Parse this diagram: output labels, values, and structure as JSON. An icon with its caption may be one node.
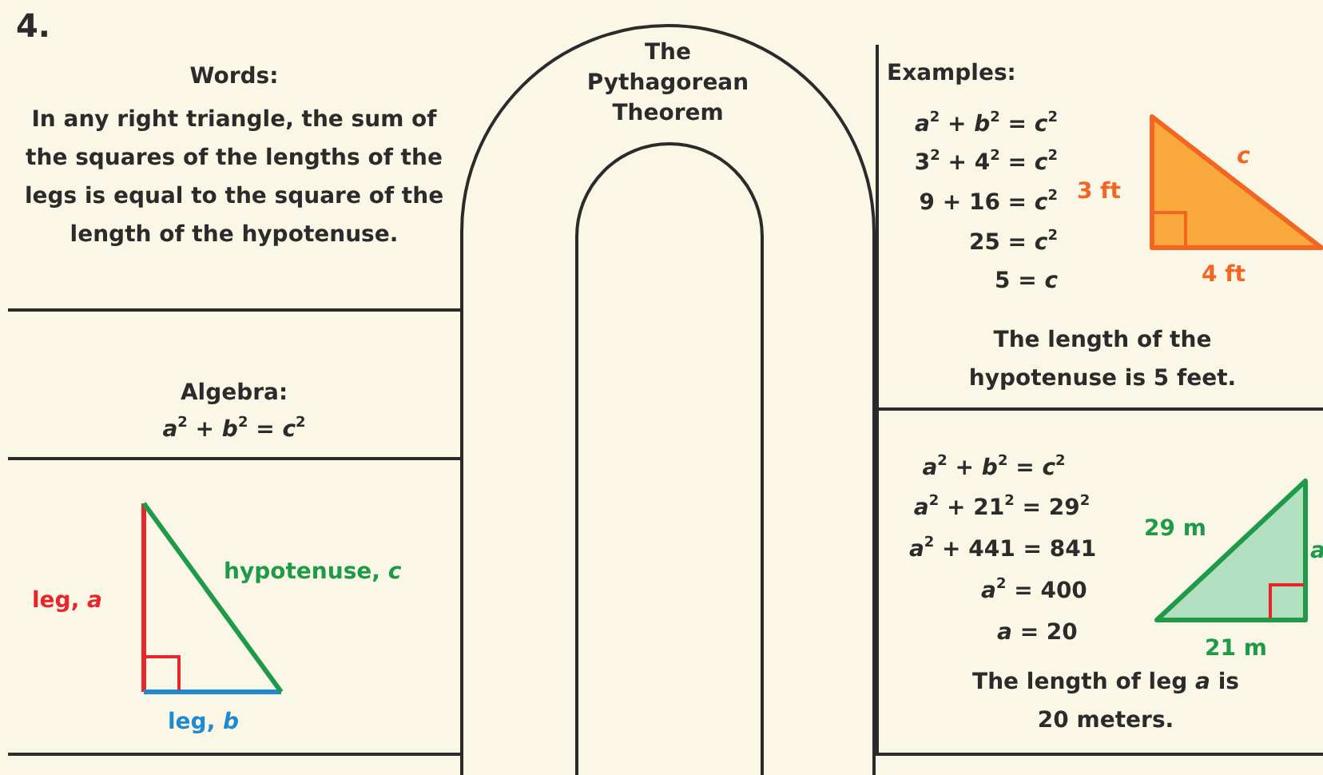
{
  "diagram": {
    "nodes": [
      {
        "text": [
          "The Pythagorean Theorem"
        ]
      },
      {
        "text": [
          "Words:",
          "In any right triangle, the sum of the squares of the lengths of the legs is equal to the square of the length of the hypotenuse."
        ]
      },
      {
        "text": [
          "Algebra:",
          "*a*$^{2}$ + *b*$^{2}$ = *c*$^{2}$"
        ]
      },
      {
        "text": [
          "leg, *a*",
          "hypotenuse, *c*",
          "leg, *b*"
        ]
      },
      {
        "text": [
          "Examples:",
          "*a*$^{2}$ + *b*$^{2}$ = *c*$^{2}$",
          "3$^{2}$ + 4$^{2}$ = *c*$^{2}$",
          "9 + 16 = *c*$^{2}$",
          "25 = *c*$^{2}$",
          "5 = *c*",
          "3 ft",
          "c",
          "4 ft",
          "The length of the hypotenuse is 5 feet."
        ]
      },
      {
        "text": [
          "*a*$^{2}$ + *b*$^{2}$ = *c*$^{2}$",
          "*a*$^{2}$ + 21$^{2}$ = 29$^{2}$",
          "*a*$^{2}$ + 441 = 841",
          "*a*$^{2}$ = 400",
          "*a* = 20",
          "29 m",
          "21 m",
          "a",
          "The length of leg *a* is 20 meters."
        ]
      }
    ],
    "labels": [
      "4."
    ]
  }
}
